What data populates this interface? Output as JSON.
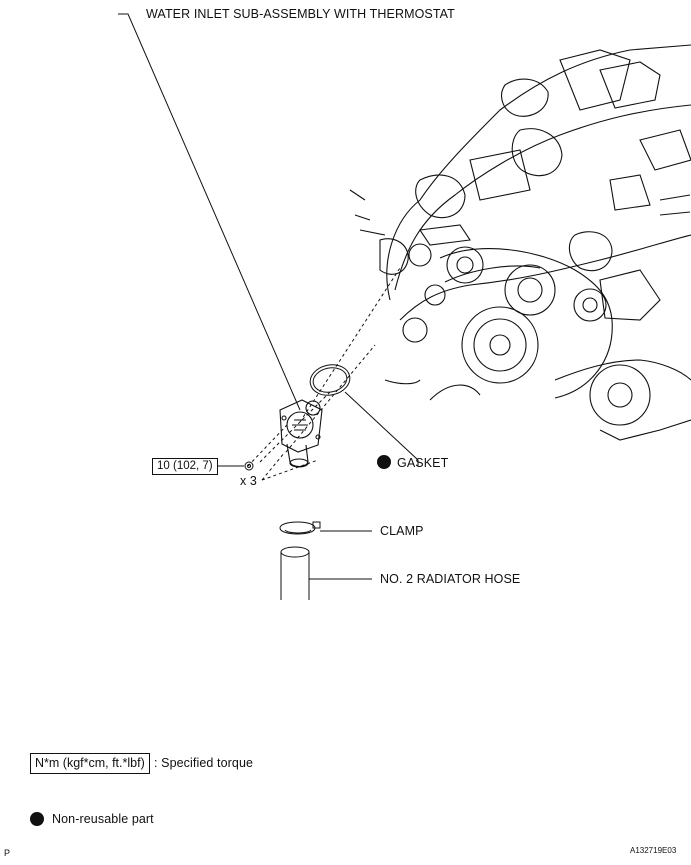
{
  "labels": {
    "water_inlet": "WATER INLET SUB-ASSEMBLY WITH THERMOSTAT",
    "gasket": "GASKET",
    "clamp": "CLAMP",
    "radiator_hose": "NO. 2 RADIATOR HOSE",
    "bolt_count": "x 3"
  },
  "torque_callout": "10 (102, 7)",
  "legend": {
    "torque_unit": "N*m (kgf*cm, ft.*lbf)",
    "torque_desc": ": Specified torque",
    "nonreusable_desc": "Non-reusable part"
  },
  "footer": {
    "left": "P",
    "code": "A132719E03"
  }
}
